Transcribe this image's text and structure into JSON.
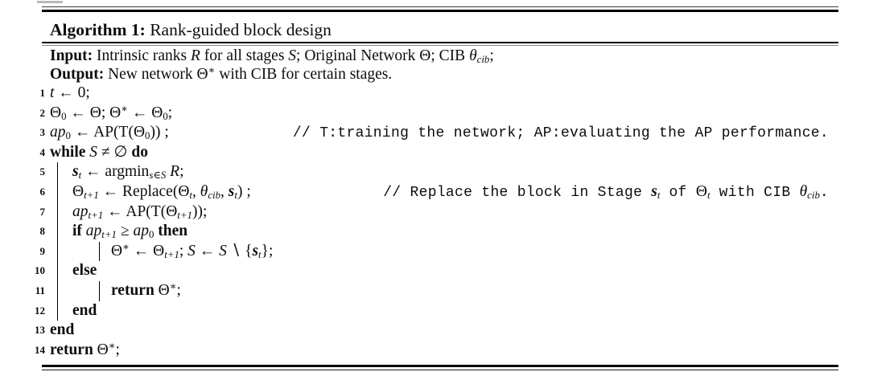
{
  "colors": {
    "background": "#ffffff",
    "text": "#0d0d0d",
    "rule": "#000000"
  },
  "algorithm": {
    "caption_label": "Algorithm 1:",
    "caption_title": " Rank-guided block design",
    "io_lines": [
      {
        "name": "input",
        "segments": [
          {
            "f": "bf",
            "t": "Input:"
          },
          {
            "f": "rm",
            "t": " Intrinsic ranks "
          },
          {
            "f": "it",
            "t": "R"
          },
          {
            "f": "rm",
            "t": " for all stages "
          },
          {
            "f": "it",
            "t": "S"
          },
          {
            "f": "rm",
            "t": "; Original Network Θ; CIB "
          },
          {
            "f": "it",
            "t": "θ"
          },
          {
            "f": "it",
            "pos": "sub",
            "t": "cib"
          },
          {
            "f": "rm",
            "t": ";"
          }
        ]
      },
      {
        "name": "output",
        "segments": [
          {
            "f": "bf",
            "t": "Output:"
          },
          {
            "f": "rm",
            "t": " New network Θ"
          },
          {
            "f": "rm",
            "pos": "sup",
            "t": "∗"
          },
          {
            "f": "rm",
            "t": " with CIB for certain stages."
          }
        ]
      }
    ],
    "lines": [
      {
        "no": "1",
        "indent": 0,
        "bars": [],
        "code": [
          {
            "f": "it",
            "t": "t"
          },
          {
            "f": "rm",
            "t": " ← 0;"
          }
        ]
      },
      {
        "no": "2",
        "indent": 0,
        "bars": [],
        "code": [
          {
            "f": "rm",
            "t": "Θ"
          },
          {
            "f": "rm",
            "pos": "sub",
            "t": "0"
          },
          {
            "f": "rm",
            "t": " ← Θ; Θ"
          },
          {
            "f": "rm",
            "pos": "sup",
            "t": "∗"
          },
          {
            "f": "rm",
            "t": " ← Θ"
          },
          {
            "f": "rm",
            "pos": "sub",
            "t": "0"
          },
          {
            "f": "rm",
            "t": ";"
          }
        ]
      },
      {
        "no": "3",
        "indent": 0,
        "bars": [],
        "code": [
          {
            "f": "it",
            "t": "ap"
          },
          {
            "f": "rm",
            "pos": "sub",
            "t": "0"
          },
          {
            "f": "rm",
            "t": " ← AP(T(Θ"
          },
          {
            "f": "rm",
            "pos": "sub",
            "t": "0"
          },
          {
            "f": "rm",
            "t": ")) ;"
          }
        ],
        "comment": [
          {
            "f": "tt",
            "t": "// T:training the network; AP:evaluating the AP performance."
          }
        ]
      },
      {
        "no": "4",
        "indent": 0,
        "bars": [],
        "code": [
          {
            "f": "bf",
            "t": "while "
          },
          {
            "f": "it",
            "t": "S"
          },
          {
            "f": "rm",
            "t": " ≠ ∅ "
          },
          {
            "f": "bf",
            "t": "do"
          }
        ]
      },
      {
        "no": "5",
        "indent": 1,
        "bars": [
          1
        ],
        "code": [
          {
            "f": "bi",
            "t": "s"
          },
          {
            "f": "it",
            "pos": "sub",
            "t": "t"
          },
          {
            "f": "rm",
            "t": " ← argmin"
          },
          {
            "f": "it",
            "pos": "sub",
            "t": "s∈S"
          },
          {
            "f": "rm",
            "t": " "
          },
          {
            "f": "it",
            "t": "R"
          },
          {
            "f": "rm",
            "t": ";"
          }
        ]
      },
      {
        "no": "6",
        "indent": 1,
        "bars": [
          1
        ],
        "code": [
          {
            "f": "rm",
            "t": "Θ"
          },
          {
            "f": "it",
            "pos": "sub",
            "t": "t+1"
          },
          {
            "f": "rm",
            "t": " ← Replace(Θ"
          },
          {
            "f": "it",
            "pos": "sub",
            "t": "t"
          },
          {
            "f": "rm",
            "t": ", "
          },
          {
            "f": "it",
            "t": "θ"
          },
          {
            "f": "it",
            "pos": "sub",
            "t": "cib"
          },
          {
            "f": "rm",
            "t": ", "
          },
          {
            "f": "bi",
            "t": "s"
          },
          {
            "f": "it",
            "pos": "sub",
            "t": "t"
          },
          {
            "f": "rm",
            "t": ") ;"
          }
        ],
        "comment": [
          {
            "f": "tt",
            "t": "// Replace the block in Stage "
          },
          {
            "f": "bi",
            "t": "s"
          },
          {
            "f": "it",
            "pos": "sub",
            "t": "t"
          },
          {
            "f": "tt",
            "t": " of "
          },
          {
            "f": "rm",
            "t": "Θ"
          },
          {
            "f": "it",
            "pos": "sub",
            "t": "t"
          },
          {
            "f": "tt",
            "t": " with CIB "
          },
          {
            "f": "it",
            "t": "θ"
          },
          {
            "f": "it",
            "pos": "sub",
            "t": "cib"
          },
          {
            "f": "tt",
            "t": "."
          }
        ]
      },
      {
        "no": "7",
        "indent": 1,
        "bars": [
          1
        ],
        "code": [
          {
            "f": "it",
            "t": "ap"
          },
          {
            "f": "it",
            "pos": "sub",
            "t": "t+1"
          },
          {
            "f": "rm",
            "t": " ← AP(T(Θ"
          },
          {
            "f": "it",
            "pos": "sub",
            "t": "t+1"
          },
          {
            "f": "rm",
            "t": "));"
          }
        ]
      },
      {
        "no": "8",
        "indent": 1,
        "bars": [
          1
        ],
        "code": [
          {
            "f": "bf",
            "t": "if "
          },
          {
            "f": "it",
            "t": "ap"
          },
          {
            "f": "it",
            "pos": "sub",
            "t": "t+1"
          },
          {
            "f": "rm",
            "t": " ≥ "
          },
          {
            "f": "it",
            "t": "ap"
          },
          {
            "f": "rm",
            "pos": "sub",
            "t": "0"
          },
          {
            "f": "bf",
            "t": " then"
          }
        ]
      },
      {
        "no": "9",
        "indent": 2,
        "bars": [
          1,
          2
        ],
        "code": [
          {
            "f": "rm",
            "t": "Θ"
          },
          {
            "f": "rm",
            "pos": "sup",
            "t": "∗"
          },
          {
            "f": "rm",
            "t": " ← Θ"
          },
          {
            "f": "it",
            "pos": "sub",
            "t": "t+1"
          },
          {
            "f": "rm",
            "t": "; "
          },
          {
            "f": "it",
            "t": "S"
          },
          {
            "f": "rm",
            "t": " ← "
          },
          {
            "f": "it",
            "t": "S"
          },
          {
            "f": "rm",
            "t": " ∖ {"
          },
          {
            "f": "bi",
            "t": "s"
          },
          {
            "f": "it",
            "pos": "sub",
            "t": "t"
          },
          {
            "f": "rm",
            "t": "};"
          }
        ]
      },
      {
        "no": "10",
        "indent": 1,
        "bars": [
          1
        ],
        "code": [
          {
            "f": "bf",
            "t": "else"
          }
        ]
      },
      {
        "no": "11",
        "indent": 2,
        "bars": [
          1,
          2
        ],
        "code": [
          {
            "f": "bf",
            "t": "return "
          },
          {
            "f": "rm",
            "t": "Θ"
          },
          {
            "f": "rm",
            "pos": "sup",
            "t": "∗"
          },
          {
            "f": "rm",
            "t": ";"
          }
        ]
      },
      {
        "no": "12",
        "indent": 1,
        "bars": [
          1
        ],
        "code": [
          {
            "f": "bf",
            "t": "end"
          }
        ]
      },
      {
        "no": "13",
        "indent": 0,
        "bars": [],
        "code": [
          {
            "f": "bf",
            "t": "end"
          }
        ]
      },
      {
        "no": "14",
        "indent": 0,
        "bars": [],
        "code": [
          {
            "f": "bf",
            "t": "return "
          },
          {
            "f": "rm",
            "t": "Θ"
          },
          {
            "f": "rm",
            "pos": "sup",
            "t": "∗"
          },
          {
            "f": "rm",
            "t": ";"
          }
        ]
      }
    ]
  }
}
